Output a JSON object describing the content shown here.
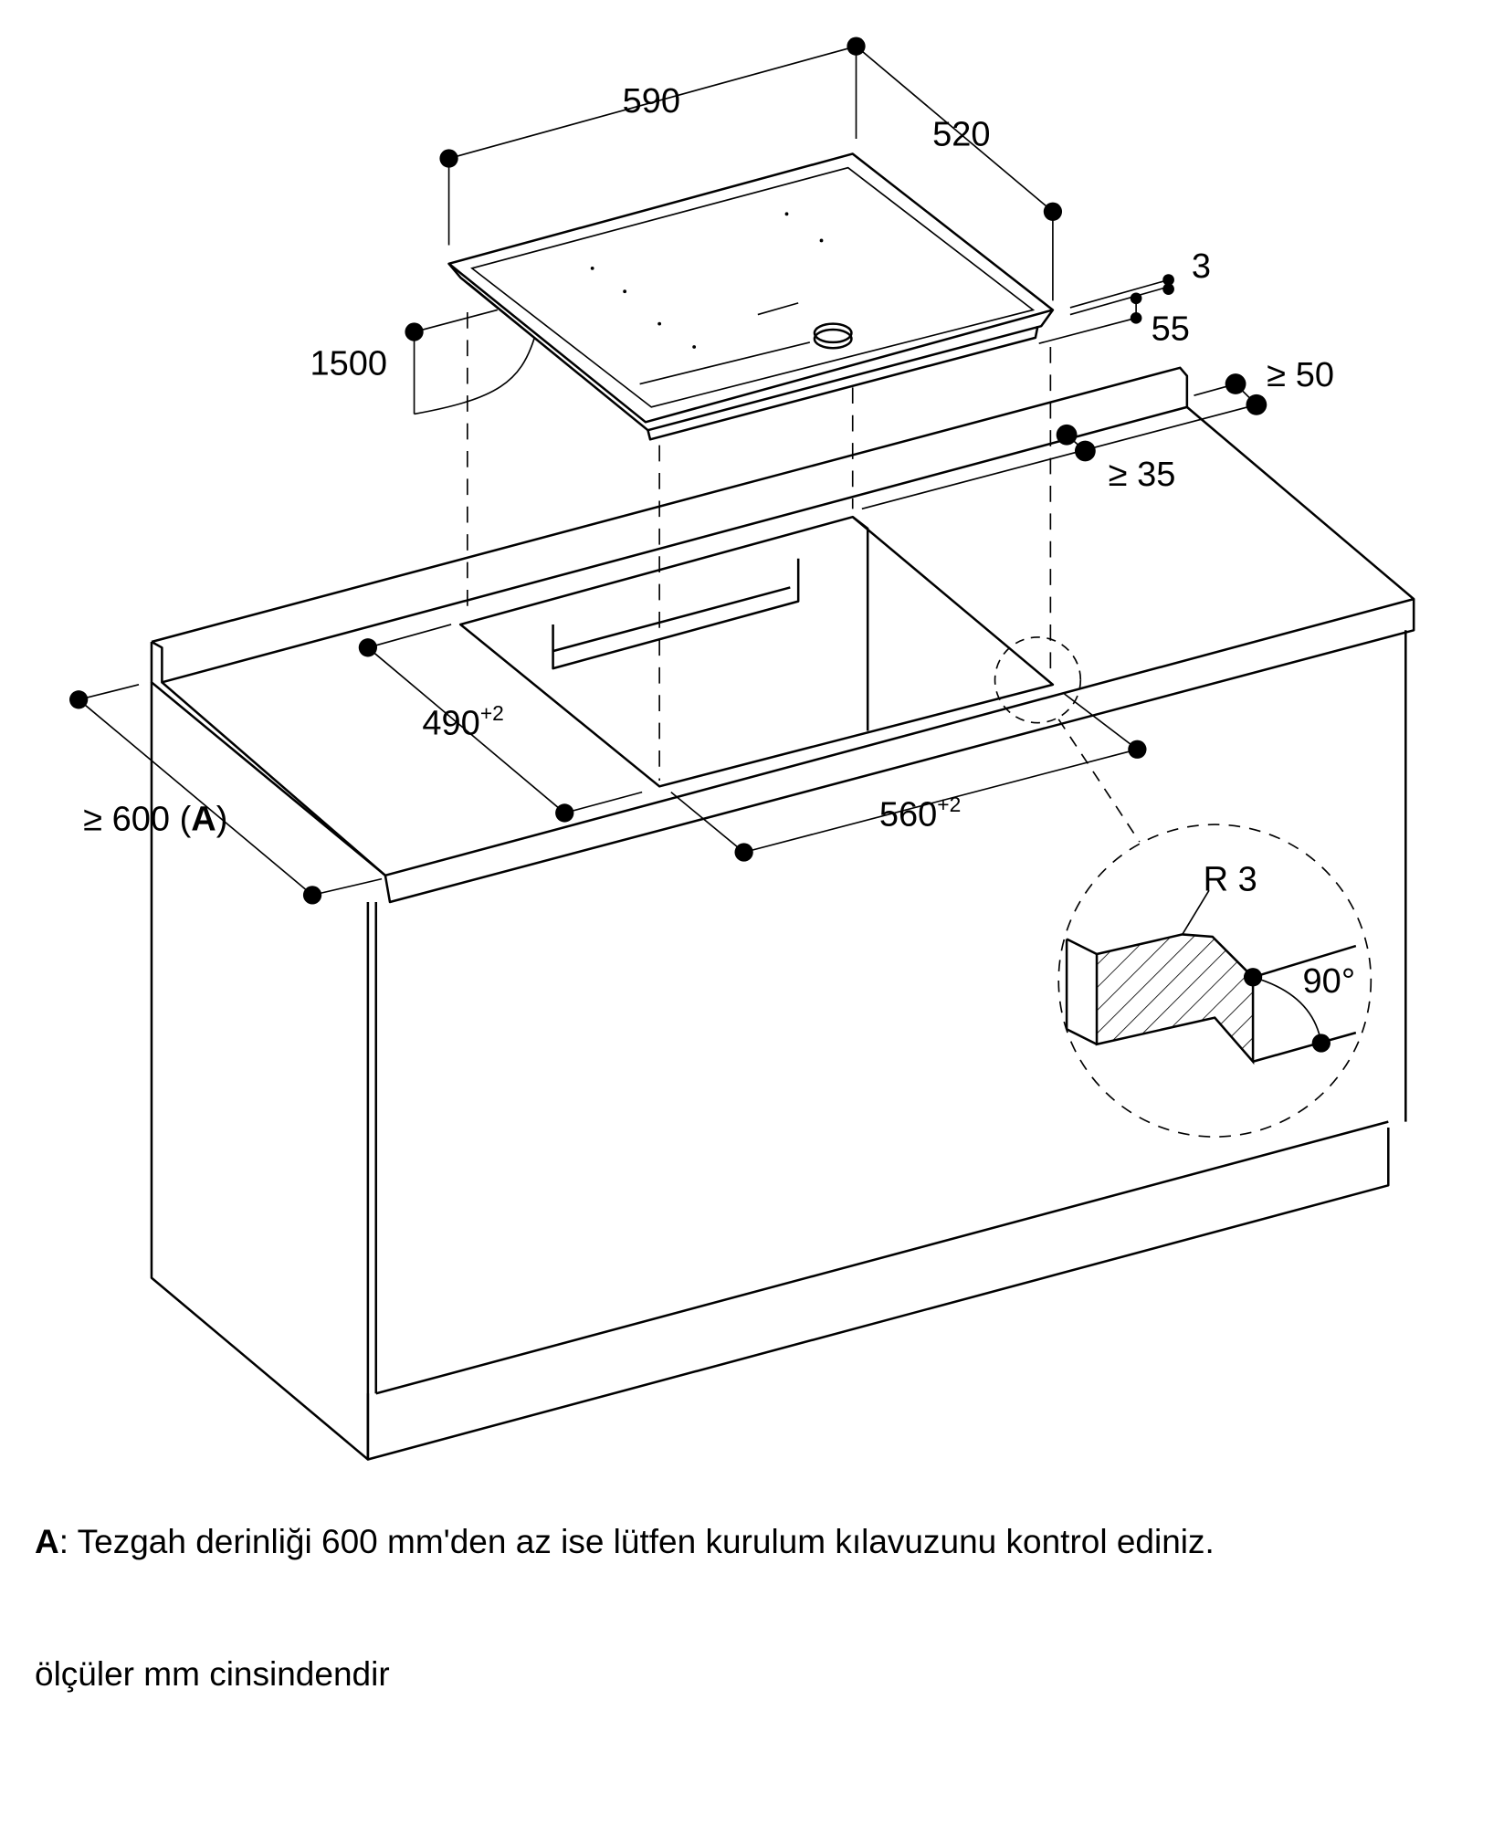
{
  "dimensions": {
    "hob_width": "590",
    "hob_depth": "520",
    "cable_length": "1500",
    "hob_thickness_frame": "3",
    "hob_height": "55",
    "min_back_distance": "≥ 50",
    "min_wall_distance": "≥ 35",
    "cutout_depth": "490",
    "cutout_depth_tol": "+2",
    "cutout_width": "560",
    "cutout_width_tol": "+2",
    "worktop_depth_prefix": "≥ 600 (",
    "worktop_depth_ref": "A",
    "worktop_depth_suffix": ")",
    "detail_radius": "R 3",
    "detail_angle": "90°"
  },
  "notes": {
    "footnote_label": "A",
    "footnote_text": ":  Tezgah derinliği 600 mm'den az ise lütfen kurulum kılavuzunu kontrol ediniz.",
    "units": "ölçüler mm cinsindendir"
  }
}
